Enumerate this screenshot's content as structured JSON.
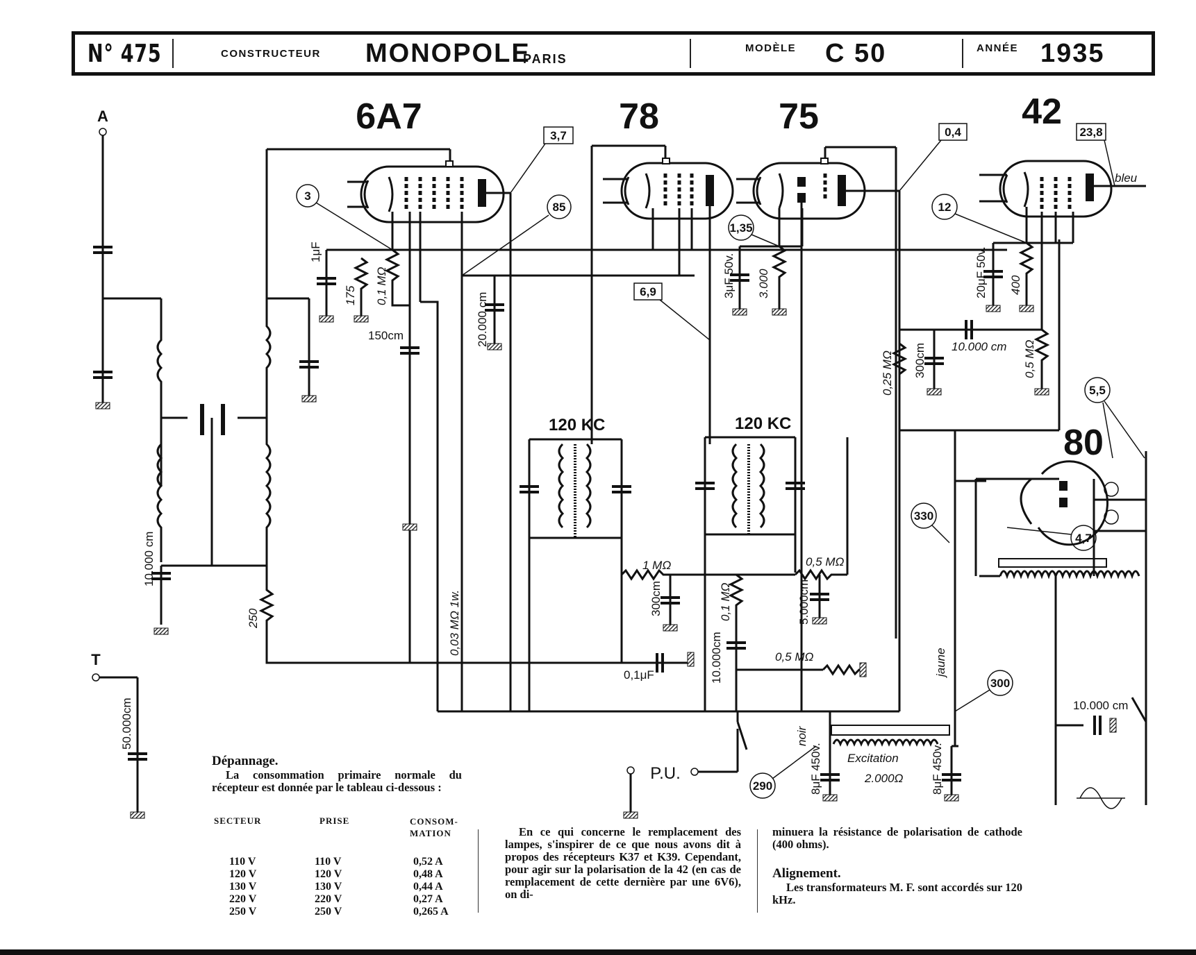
{
  "header": {
    "number_label": "N° 475",
    "constructeur_label": "CONSTRUCTEUR",
    "constructeur_value": "MONOPOLE",
    "constructeur_city": "PARIS",
    "modele_label": "MODÈLE",
    "modele_value": "C 50",
    "annee_label": "ANNÉE",
    "annee_value": "1935"
  },
  "tubes": [
    {
      "type": "6A7",
      "callouts": [
        "3",
        "3,7",
        "85"
      ]
    },
    {
      "type": "78",
      "callouts": [
        "6,9"
      ]
    },
    {
      "type": "75",
      "callouts": [
        "1,35"
      ]
    },
    {
      "type": "42",
      "callouts": [
        "12",
        "23,8",
        "0,4"
      ]
    },
    {
      "type": "80",
      "callouts": [
        "5,5",
        "4,7",
        "330",
        "300",
        "290"
      ]
    }
  ],
  "terminals": {
    "antenna": "A",
    "earth": "T",
    "pickup": "P.U."
  },
  "components": {
    "c_1uf": "1μF",
    "r_175": "175",
    "r_01m_a": "0,1 MΩ",
    "c_150": "150cm",
    "c_20000": "20.000 cm",
    "c_3uf": "3μF 50v.",
    "r_3000": "3.000",
    "c_20uf": "20μF 50v.",
    "r_400": "400",
    "r_025m": "0,25 MΩ",
    "c_300cm_a": "300cm",
    "c_10000_a": "10.000 cm",
    "r_05m_a": "0,5 MΩ",
    "if1": "120 KC",
    "if2": "120 KC",
    "r_1m": "1 MΩ",
    "c_300_b": "300cm",
    "r_01m_b": "0,1 MΩ",
    "c_10000_b": "10.000cm",
    "r_05m_b": "0,5 MΩ",
    "c_5000": "5.000cm",
    "r_05m_c": "0,5 MΩ",
    "c_01uf": "0,1μF",
    "c_10000_c": "10.000 cm",
    "r_250": "250",
    "r_003m": "0,03 MΩ 1w.",
    "c_50000": "50.000cm",
    "excitation": "Excitation",
    "excitation_r": "2.000Ω",
    "c_8uf_a": "8μF 450v.",
    "c_8uf_b": "8μF 450v.",
    "c_10000_d": "10.000 cm",
    "wire_noir": "noir",
    "wire_jaune": "jaune",
    "wire_bleu": "bleu"
  },
  "depannage": {
    "title": "Dépannage.",
    "intro": "La consommation primaire normale du récepteur est donnée par le tableau ci-dessous :",
    "columns": [
      "SECTEUR",
      "PRISE",
      "CONSOM-MATION"
    ],
    "rows": [
      [
        "110 V",
        "110 V",
        "0,52 A"
      ],
      [
        "120 V",
        "120 V",
        "0,48 A"
      ],
      [
        "130 V",
        "130 V",
        "0,44 A"
      ],
      [
        "220 V",
        "220 V",
        "0,27 A"
      ],
      [
        "250 V",
        "250 V",
        "0,265 A"
      ]
    ]
  },
  "remplacement": {
    "text": "En ce qui concerne le remplacement des lampes, s'inspirer de ce que nous avons dit à propos des récepteurs K37 et K39. Cependant, pour agir sur la polarisation de la 42 (en cas de remplacement de cette dernière par une 6V6), on diminuera la résistance de polarisation de cathode (400 ohms)."
  },
  "alignement": {
    "title": "Alignement.",
    "text": "Les transformateurs M. F. sont accordés sur 120 kHz."
  }
}
